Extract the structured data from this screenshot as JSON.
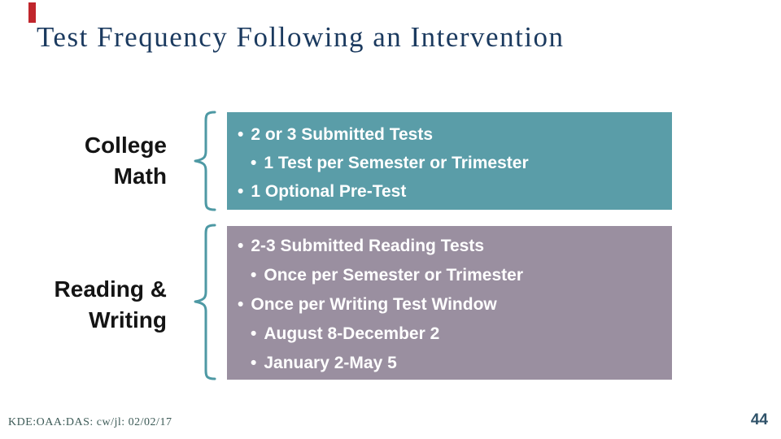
{
  "slide": {
    "title": "Test Frequency Following an Intervention",
    "footer": "KDE:OAA:DAS: cw/jl: 02/02/17",
    "page_number": "44"
  },
  "colors": {
    "title": "#1B3A5F",
    "teal_box": "#5A9DA8",
    "mauve_box": "#9A8FA0",
    "brace": "#4E99A4",
    "accent_red": "#C0262C",
    "box_text": "#FFFFFF",
    "label_text": "#141414",
    "footer_text": "#3D5B57",
    "page_number": "#2F5269"
  },
  "sections": [
    {
      "name": "College Math",
      "label_lines": [
        "College",
        "Math"
      ],
      "bullets": [
        {
          "level": 1,
          "text": "2 or 3 Submitted Tests"
        },
        {
          "level": 2,
          "text": "1 Test per Semester or Trimester"
        },
        {
          "level": 1,
          "text": "1 Optional Pre-Test"
        }
      ]
    },
    {
      "name": "Reading & Writing",
      "label_lines": [
        "Reading &",
        "Writing"
      ],
      "bullets": [
        {
          "level": 1,
          "text": "2-3 Submitted Reading Tests"
        },
        {
          "level": 2,
          "text": "Once per Semester or Trimester"
        },
        {
          "level": 1,
          "text": "Once per Writing Test Window"
        },
        {
          "level": 2,
          "text": "August 8-December 2"
        },
        {
          "level": 2,
          "text": "January 2-May 5"
        }
      ]
    }
  ]
}
